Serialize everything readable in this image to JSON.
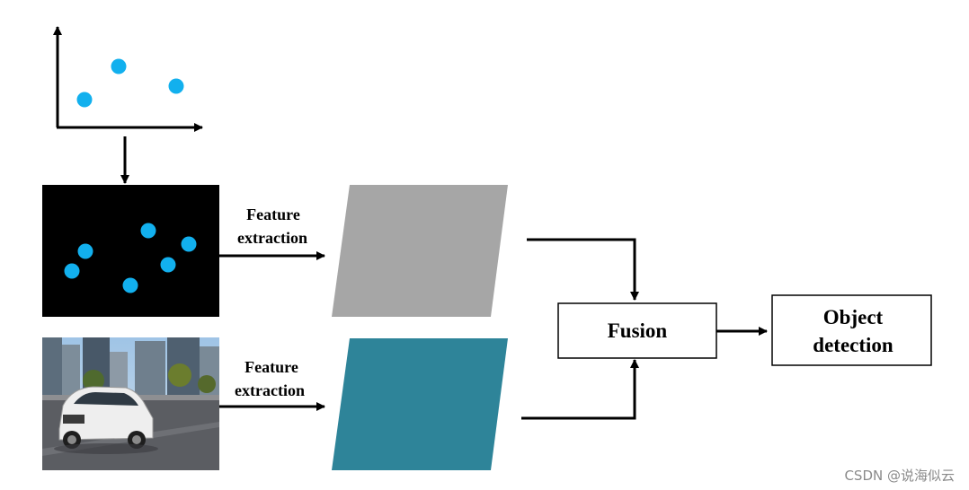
{
  "labels": {
    "feature_extraction_top_1": "Feature",
    "feature_extraction_top_2": "extraction",
    "feature_extraction_bottom_1": "Feature",
    "feature_extraction_bottom_2": "extraction",
    "fusion": "Fusion",
    "object_detection_1": "Object",
    "object_detection_2": "detection"
  },
  "watermark": "CSDN @说海似云",
  "colors": {
    "point_blue": "#12b0ee",
    "feature_map_gray": "#a6a6a6",
    "feature_map_teal": "#2e8499",
    "line": "#000000"
  }
}
